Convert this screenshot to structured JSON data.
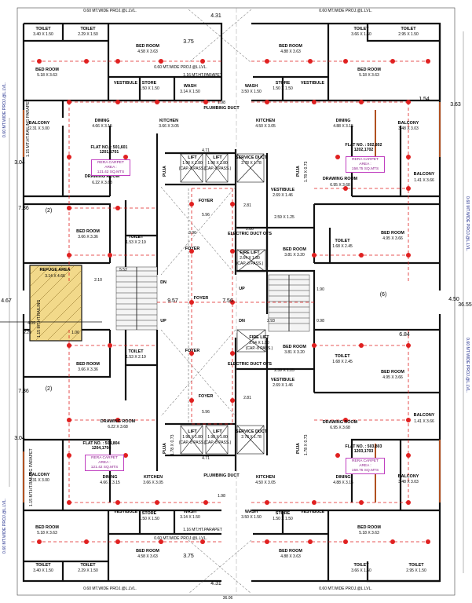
{
  "top": {
    "proj_left": "0.60 MT.WIDE PROJ.@L.LVL.",
    "proj_right": "0.60 MT.WIDE PROJ.@L.LVL.",
    "dim_center": "4.31",
    "proj_mid": "0.60 MT.WIDE PROJ.@L.LVL.",
    "parapet": "1.16 MT.HT.PARAPET"
  },
  "bottom": {
    "proj_left": "0.60 MT.WIDE PROJ.@L.LVL.",
    "proj_right": "0.60 MT.WIDE PROJ.@L.LVL.",
    "dim_center": "4.31",
    "proj_mid": "0.60 MT.WIDE PROJ.@L.LVL.",
    "parapet": "1.16 MT.HT.PARAPET",
    "total": "36.06"
  },
  "rooms": {
    "toilet": "TOILET",
    "bed_room": "BED ROOM",
    "vestibule": "VESTIBULE",
    "store": "STORE",
    "wash": "WASH",
    "dining": "DINING",
    "kitchen": "KITCHEN",
    "balcony": "BALCONY",
    "drawing_room": "DRAWING ROOM",
    "puja": "PUJA",
    "lift": "LIFT",
    "service_duct": "SERVICE DUCT",
    "foyer": "FOYER",
    "fire_lift": "FIRE LIFT",
    "refuge_area": "REFUGE AREA",
    "plumbing_duct": "PLUMBING DUCT",
    "electric_duct": "ELECTRIC DUCT OTS"
  },
  "dims": {
    "toilet_a": "3.40 X 1.50",
    "toilet_b": "2.29 X 1.50",
    "toilet_c": "3.66 X 1.50",
    "toilet_d": "2.95 X 1.50",
    "bed_a": "4.58 X 3.63",
    "bed_b": "5.18 X 3.63",
    "bed_c": "4.88 X 3.63",
    "bed_d": "3.66 X 3.36",
    "bed_e": "4.95 X 3.66",
    "bed_f": "3.81 X 3.20",
    "store": "1.50 X 1.50",
    "wash_a": "3.14 X 1.50",
    "wash_b": "3.50 X 1.50",
    "dining_a": "4.66 X 3.15",
    "dining_b": "4.88 X 3.15",
    "kitchen_a": "3.66 X 3.05",
    "kitchen_b": "4.50 X 3.05",
    "balcony_a": "2.31 X 3.00",
    "balcony_b": "3.48 X 3.03",
    "balcony_c": "1.41 X 3.66",
    "drawing_a": "6.22 X 3.68",
    "drawing_b": "6.95 X 3.68",
    "toilet_mid": "1.53 X 2.19",
    "toilet_mid2": "1.68 X 2.45",
    "lift": "1.98 X 1.80",
    "service_duct": "2.78 X 1.78",
    "vestibule_a": "2.69 X 1.46",
    "vestibule_b": "2.59 X 1.25",
    "fire_lift": "2.64 X 1.80",
    "puja": "1.78 X 0.73",
    "refuge": "3.14 X 4.66",
    "lift_cap": "(CAP.-8 PASS.)",
    "fire_lift_cap": "(CAP.-8 PASS.)"
  },
  "flats": {
    "f501": {
      "name": "FLAT NO. : 501,601",
      "nums": "1201,1701"
    },
    "f502": {
      "name": "FLAT NO. : 502,802",
      "nums": "1202,1702"
    },
    "f504": {
      "name": "FLAT NO. : 504,804",
      "nums": "1204,1704"
    },
    "f503": {
      "name": "FLAT NO. : 503,803",
      "nums": "1203,1703"
    }
  },
  "rera": {
    "label": "RERA CARPET",
    "area": "AREA :",
    "a1": "121.42 SQ.MTS",
    "a2": "158.75 SQ.MTS"
  },
  "axis": {
    "left_a": "7.36",
    "left_b": "4.67",
    "left_c": "7.36",
    "left_d": "3.04",
    "left_e": "3.04",
    "right_a": "4.50",
    "right_b": "36.55",
    "right_c": "3.63",
    "right_d": "1.54",
    "right_e": "6.84",
    "right_f": "(6)",
    "left_f": "(2)",
    "left_g": "(2)",
    "c_396": "3.96",
    "c_596": "5.96",
    "c_596b": "5.96",
    "c_198": "1.98",
    "c_198b": "1.98",
    "c_471": "4.71",
    "c_471b": "4.71",
    "c_375": "3.75",
    "c_375b": "3.75",
    "c_957": "9.57",
    "c_756": "7.56",
    "c_210": "2.10",
    "c_280": "2.80",
    "c_293": "2.93",
    "c_098": "0.98",
    "c_190": "1.90",
    "c_281": "2.81",
    "c_281b": "2.81",
    "c_552": "5.52",
    "c_409": "4.09",
    "c_229": "2.29",
    "c_106": "1.06",
    "up": "UP",
    "dn": "DN"
  },
  "side_labels": {
    "left_proj_1": "0.60 MT.WIDE PROJ.@L.LVL.",
    "left_proj_2": "0.60 MT.WIDE PROJ.@L.LVL.",
    "right_proj_1": "0.60 MT.WIDE PROJ.@L.LVL.",
    "right_proj_2": "0.60 MT.WIDE PROJ.@L.LVL.",
    "railing_1": "1.15 MT.HT.RAILING PARAPET",
    "railing_2": "1.15 MT.HT.RAILING PARAPET",
    "refuge_side": "1.15 MT.HT.RAILING"
  },
  "colors": {
    "wall": "#111111",
    "red_dash": "#e02020",
    "light": "#f4f4f4",
    "refuge": "#f2d98a",
    "balcony_edge": "#b05020",
    "magenta": "#c040c0"
  }
}
